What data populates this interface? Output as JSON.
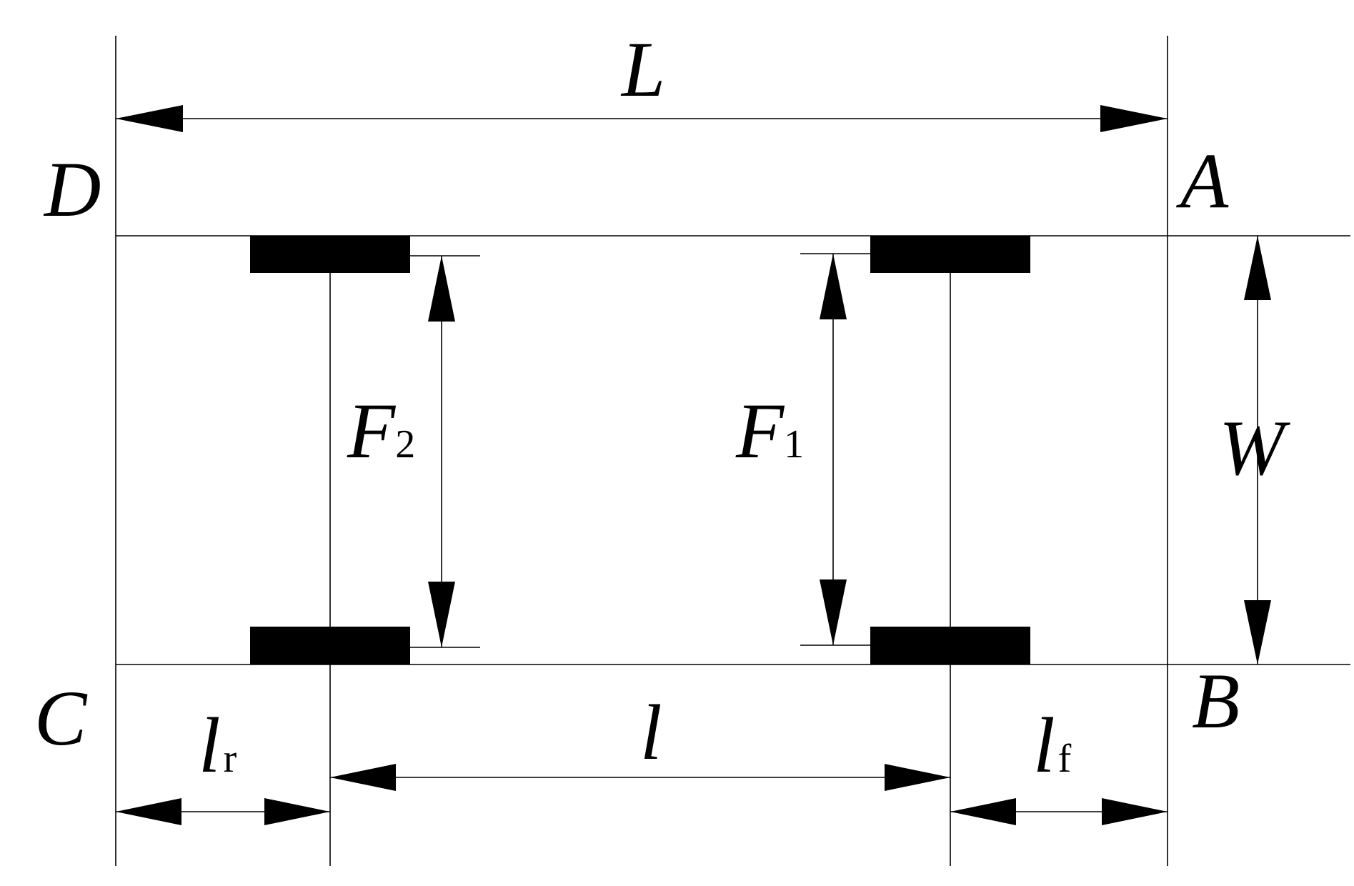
{
  "labels": {
    "corner_D": "D",
    "corner_A": "A",
    "corner_C": "C",
    "corner_B": "B",
    "overall_length": "L",
    "wheelbase": "l",
    "width": "W",
    "front_overhang": "l",
    "front_overhang_sub": "f",
    "rear_overhang": "l",
    "rear_overhang_sub": "r",
    "rear_track": "F",
    "rear_track_sub": "2",
    "front_track": "F",
    "front_track_sub": "1"
  }
}
